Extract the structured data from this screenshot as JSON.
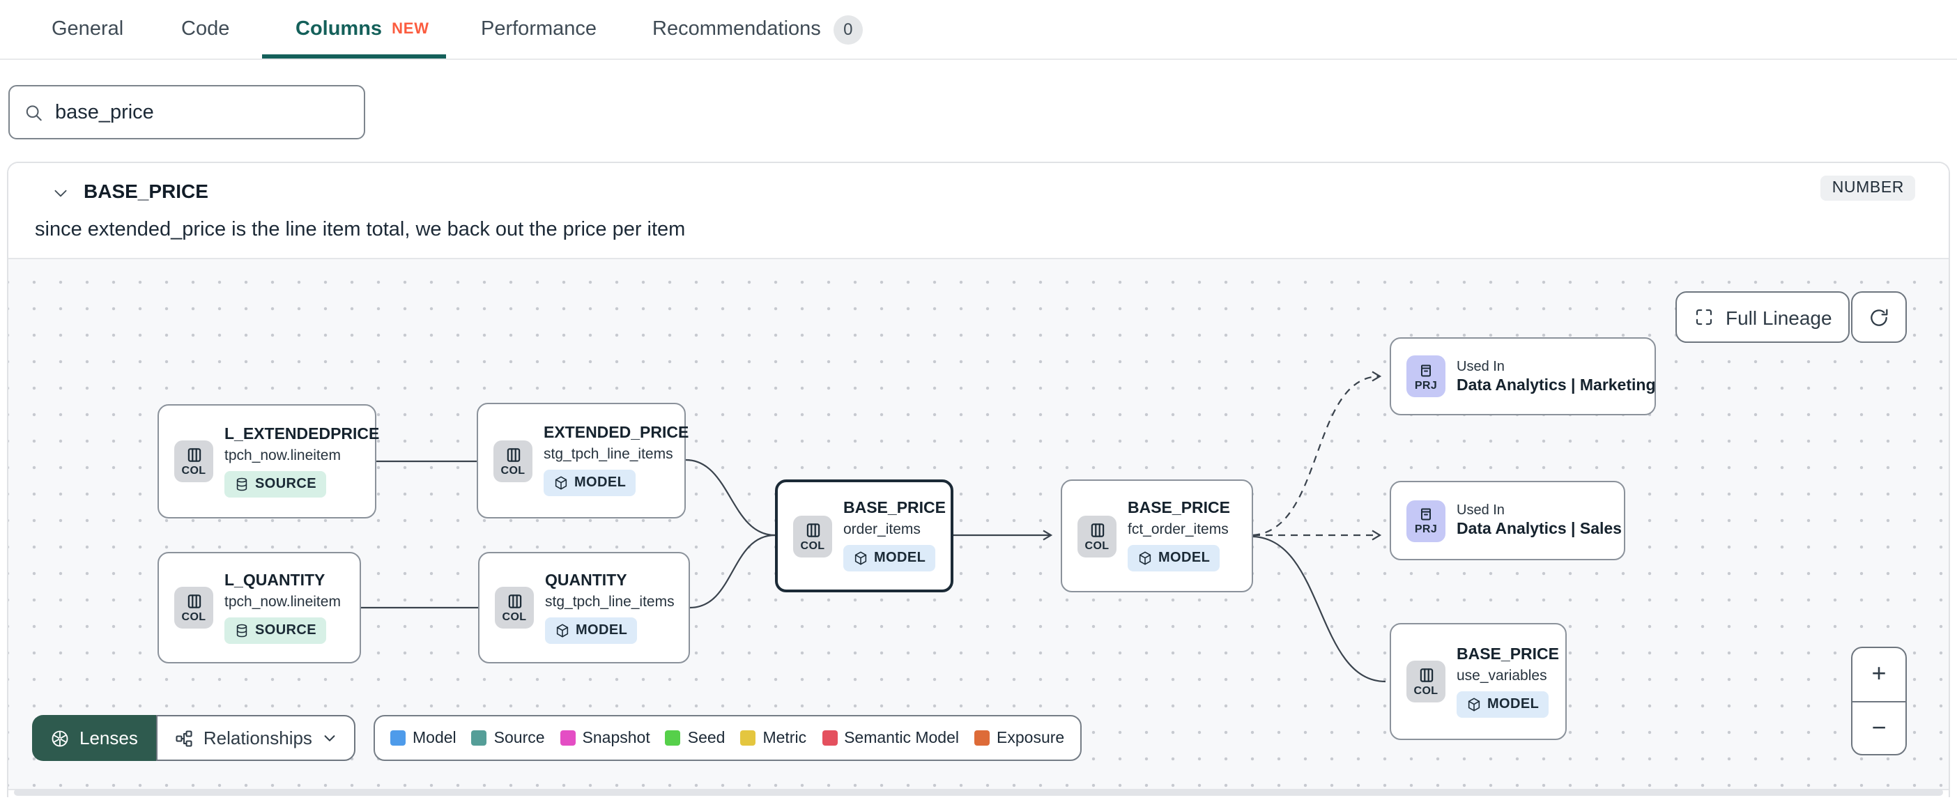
{
  "colors": {
    "accent_teal": "#14605a",
    "new_badge": "#fb5c3f",
    "lenses_bg": "#2e5a4e"
  },
  "tabs": {
    "items": [
      {
        "label": "General"
      },
      {
        "label": "Code"
      },
      {
        "label": "Columns",
        "badge": "NEW"
      },
      {
        "label": "Performance"
      },
      {
        "label": "Recommendations",
        "count": "0"
      }
    ]
  },
  "search": {
    "value": "base_price"
  },
  "column_panel": {
    "name": "BASE_PRICE",
    "type": "NUMBER",
    "description": "since extended_price is the line item total, we back out the price per item"
  },
  "lineage": {
    "full_lineage_label": "Full Lineage",
    "zoom_in": "+",
    "zoom_out": "−",
    "nodes": [
      {
        "title": "L_EXTENDEDPRICE",
        "subtitle": "tpch_now.lineitem",
        "badge": "COL",
        "resource": "SOURCE"
      },
      {
        "title": "EXTENDED_PRICE",
        "subtitle": "stg_tpch_line_items",
        "badge": "COL",
        "resource": "MODEL"
      },
      {
        "title": "L_QUANTITY",
        "subtitle": "tpch_now.lineitem",
        "badge": "COL",
        "resource": "SOURCE"
      },
      {
        "title": "QUANTITY",
        "subtitle": "stg_tpch_line_items",
        "badge": "COL",
        "resource": "MODEL"
      },
      {
        "title": "BASE_PRICE",
        "subtitle": "order_items",
        "badge": "COL",
        "resource": "MODEL"
      },
      {
        "title": "BASE_PRICE",
        "subtitle": "fct_order_items",
        "badge": "COL",
        "resource": "MODEL"
      },
      {
        "title": "BASE_PRICE",
        "subtitle": "use_variables",
        "badge": "COL",
        "resource": "MODEL"
      }
    ],
    "used_in": [
      {
        "label": "Used In",
        "title": "Data Analytics | Marketing",
        "badge": "PRJ"
      },
      {
        "label": "Used In",
        "title": "Data Analytics | Sales",
        "badge": "PRJ"
      }
    ],
    "toolbar": {
      "lenses": "Lenses",
      "relationships": "Relationships"
    },
    "legend": [
      {
        "label": "Model",
        "color": "#4e9bea"
      },
      {
        "label": "Source",
        "color": "#559e98"
      },
      {
        "label": "Snapshot",
        "color": "#e44ec4"
      },
      {
        "label": "Seed",
        "color": "#56d04a"
      },
      {
        "label": "Metric",
        "color": "#e4c63f"
      },
      {
        "label": "Semantic Model",
        "color": "#e4505e"
      },
      {
        "label": "Exposure",
        "color": "#dd6b38"
      }
    ]
  }
}
